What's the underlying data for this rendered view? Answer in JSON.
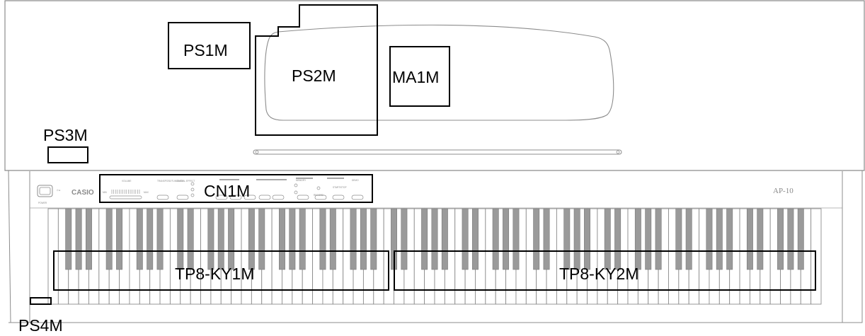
{
  "diagram": {
    "parts": [
      {
        "id": "ps1m",
        "label": "PS1M"
      },
      {
        "id": "ps2m",
        "label": "PS2M"
      },
      {
        "id": "ma1m",
        "label": "MA1M"
      },
      {
        "id": "ps3m",
        "label": "PS3M"
      },
      {
        "id": "cn1m",
        "label": "CN1M"
      },
      {
        "id": "tp8-ky1m",
        "label": "TP8-KY1M"
      },
      {
        "id": "tp8-ky2m",
        "label": "TP8-KY2M"
      },
      {
        "id": "ps4m",
        "label": "PS4M"
      }
    ],
    "panel": {
      "brand": "CASIO",
      "model": "AP-10",
      "volume": "VOLUME",
      "min": "MIN",
      "max": "MAX",
      "transpose": "TRANSPOSE/TUNE/MIDI",
      "effect": "DIGITAL EFFECT",
      "power": "POWER",
      "memory": "MEMORY",
      "record": "RECORD",
      "start_stop": "START/STOP",
      "demo": "DEMO"
    },
    "keyboard": {
      "white_keys": 76
    }
  }
}
